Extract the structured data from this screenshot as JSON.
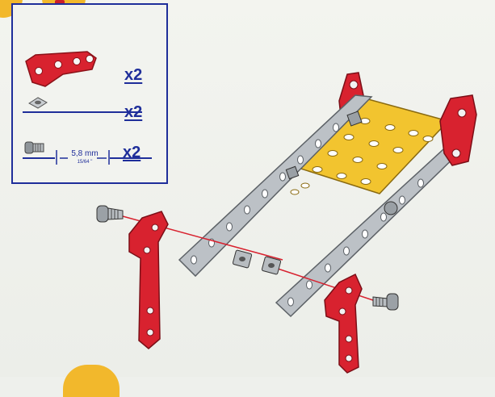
{
  "parts_list": {
    "items": [
      {
        "icon": "red-angle-bracket-icon",
        "quantity": "x2"
      },
      {
        "icon": "square-nut-icon",
        "quantity": "x2"
      },
      {
        "icon": "screw-icon",
        "quantity": "x2",
        "length_mm": "5,8 mm",
        "length_in": "15/64 \""
      }
    ]
  },
  "colors": {
    "frame_blue": "#1f2e9a",
    "part_red": "#d8222f",
    "plate_yellow": "#f2c42f",
    "strip_gray": "#b9bec3",
    "badge_orange": "#f2b82c"
  }
}
